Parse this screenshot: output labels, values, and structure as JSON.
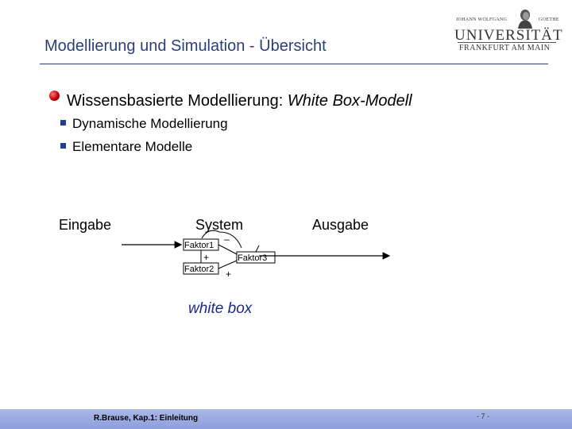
{
  "header": {
    "title": "Modellierung und Simulation - Übersicht"
  },
  "logo": {
    "line_top": "JOHANN WOLFGANG",
    "line_top_right": "GOETHE",
    "university": "UNIVERSITÄT",
    "city": "FRANKFURT AM MAIN"
  },
  "content": {
    "main_bullet": {
      "normal": "Wissensbasierte Modellierung: ",
      "italic": "White Box-Modell"
    },
    "sub_bullets": [
      "Dynamische Modellierung",
      "Elementare Modelle"
    ]
  },
  "diagram": {
    "input_label": "Eingabe",
    "system_label": "System",
    "output_label": "Ausgabe",
    "factor1": "Faktor1",
    "factor2": "Faktor2",
    "factor3": "Faktor3",
    "sign_minus": "–",
    "sign_plus_1": "+",
    "sign_plus_2": "+",
    "caption": "white box"
  },
  "footer": {
    "author": "R.Brause, Kap.1: Einleitung",
    "page": "- 7 -"
  }
}
